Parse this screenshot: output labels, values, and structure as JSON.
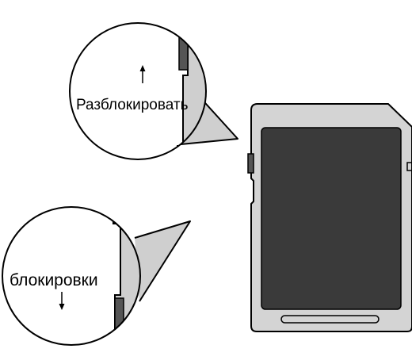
{
  "diagram": {
    "unlock_label": "Разблокировать",
    "lock_label": "блокировки",
    "unlock_arrow": "up-arrow",
    "lock_arrow": "down-arrow",
    "colors": {
      "outline": "#000000",
      "card_body": "#d4d4d4",
      "card_window": "#3a3a3a",
      "magnifier_shade": "#cfcfcf",
      "switch_tab": "#555555",
      "background": "#ffffff"
    }
  }
}
